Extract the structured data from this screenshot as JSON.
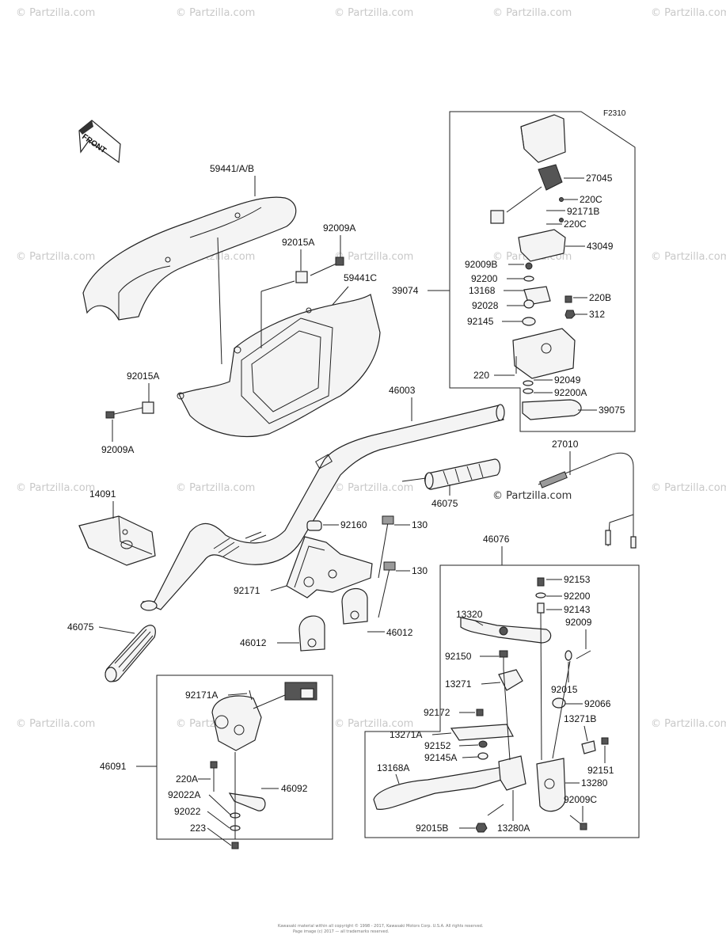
{
  "diagram_code": "F2310",
  "front_label": "FRONT",
  "watermarks": {
    "brand": "© Partzilla.com",
    "accent_note": "© Partzilla.com"
  },
  "footer": {
    "line1": "Kawasaki material within all copyright © 1998 - 2017, Kawasaki Motors Corp. U.S.A. All rights reserved.",
    "line2": "Page image (c) 2017 — all trademarks reserved."
  },
  "labels": {
    "l59441": "59441/A/B",
    "l92009A_top": "92009A",
    "l92015A_top": "92015A",
    "l59441C": "59441C",
    "l92015A_left": "92015A",
    "l92009A_left": "92009A",
    "l46003": "46003",
    "l14091": "14091",
    "l46075_left": "46075",
    "l46075_mid": "46075",
    "l27010": "27010",
    "l92160": "92160",
    "l130_a": "130",
    "l130_b": "130",
    "l92171": "92171",
    "l46012_a": "46012",
    "l46012_b": "46012",
    "l46076": "46076",
    "l39074": "39074",
    "l27045": "27045",
    "l220C_a": "220C",
    "l92171B": "92171B",
    "l220C_b": "220C",
    "l43049": "43049",
    "l92009B": "92009B",
    "l92200_top": "92200",
    "l13168": "13168",
    "l220B": "220B",
    "l92028": "92028",
    "l312": "312",
    "l92145": "92145",
    "l220": "220",
    "l92049": "92049",
    "l92200A": "92200A",
    "l39075": "39075",
    "l92153": "92153",
    "l13320": "13320",
    "l92200_mid": "92200",
    "l92143": "92143",
    "l92009": "92009",
    "l92150": "92150",
    "l92015": "92015",
    "l13271": "13271",
    "l92066": "92066",
    "l92172": "92172",
    "l13271B": "13271B",
    "l13271A": "13271A",
    "l92152": "92152",
    "l92145A": "92145A",
    "l92151": "92151",
    "l13168A": "13168A",
    "l13280": "13280",
    "l92009C": "92009C",
    "l92015B": "92015B",
    "l13280A": "13280A",
    "l92171A": "92171A",
    "l46091": "46091",
    "l220A": "220A",
    "l92022A": "92022A",
    "l46092": "46092",
    "l92022": "92022",
    "l223": "223"
  },
  "colors": {
    "line": "#222222",
    "watermark": "#c8c8c8",
    "part_fill": "#f4f4f4"
  }
}
